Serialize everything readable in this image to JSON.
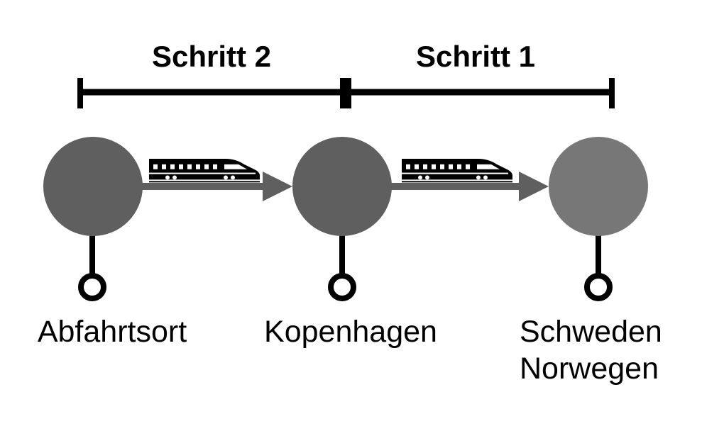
{
  "steps": [
    {
      "label": "Schritt 2"
    },
    {
      "label": "Schritt 1"
    }
  ],
  "stops": [
    {
      "lines": [
        "Abfahrtsort"
      ],
      "color": "#5f5f5f"
    },
    {
      "lines": [
        "Kopenhagen"
      ],
      "color": "#5f5f5f"
    },
    {
      "lines": [
        "Schweden",
        "Norwegen"
      ],
      "color": "#777777"
    }
  ],
  "colors": {
    "bracket": "#000000",
    "arrow": "#5f5f5f",
    "train": "#000000",
    "text": "#000000"
  },
  "icons": {
    "connector": "train-icon",
    "stop_marker": "station-pin-icon"
  }
}
